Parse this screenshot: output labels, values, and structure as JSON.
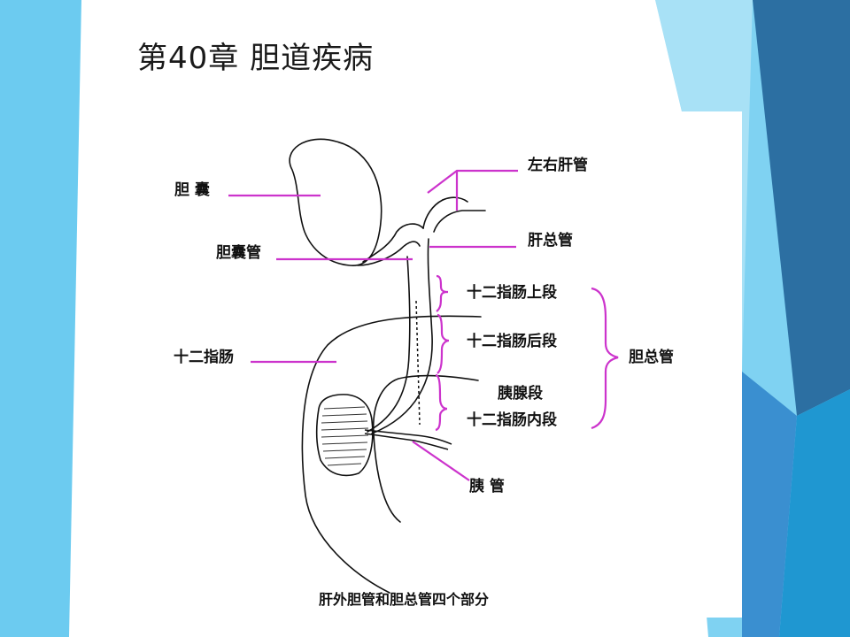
{
  "slide": {
    "title": "第40章  胆道疾病"
  },
  "diagram": {
    "labels": {
      "gallbladder": "胆 囊",
      "cystic_duct": "胆囊管",
      "duodenum": "十二指肠",
      "left_right_hepatic": "左右肝管",
      "common_hepatic": "肝总管",
      "supraduodenal": "十二指肠上段",
      "retroduodenal": "十二指肠后段",
      "pancreatic_segment": "胰腺段",
      "intraduodenal": "十二指肠内段",
      "common_bile_duct": "胆总管",
      "pancreatic_duct": "胰 管"
    },
    "caption": "肝外胆管和胆总管四个部分",
    "colors": {
      "leader": "#cc33cc",
      "outline": "#111111"
    }
  },
  "theme": {
    "colors": {
      "light_blue": "#6ccbf0",
      "dark_blue": "#2c6fa2",
      "mid_blue": "#3a8fd0"
    }
  }
}
